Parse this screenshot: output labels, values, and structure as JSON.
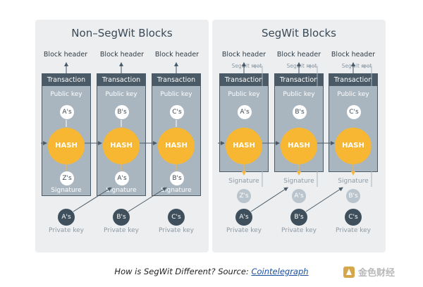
{
  "left_panel": {
    "title": "Non–SegWit Blocks",
    "columns": [
      {
        "block_header": "Block header",
        "tx_head": "Transaction",
        "public_key": "Public key",
        "pub_circle": "A's",
        "hash": "HASH",
        "sig_circle": "Z's",
        "signature": "Signature",
        "priv_circle": "A's",
        "private_key": "Private key"
      },
      {
        "block_header": "Block header",
        "tx_head": "Transaction",
        "public_key": "Public key",
        "pub_circle": "B's",
        "hash": "HASH",
        "sig_circle": "A's",
        "signature": "Signature",
        "priv_circle": "B's",
        "private_key": "Private key"
      },
      {
        "block_header": "Block header",
        "tx_head": "Transaction",
        "public_key": "Public key",
        "pub_circle": "C's",
        "hash": "HASH",
        "sig_circle": "B's",
        "signature": "Signature",
        "priv_circle": "C's",
        "private_key": "Private key"
      }
    ]
  },
  "right_panel": {
    "title": "SegWit Blocks",
    "columns": [
      {
        "block_header": "Block header",
        "segwit_root": "Segwit root",
        "tx_head": "Transaction",
        "public_key": "Public key",
        "pub_circle": "A's",
        "hash": "HASH",
        "signature": "Signature",
        "sig_circle": "Z's",
        "priv_circle": "A's",
        "private_key": "Private key"
      },
      {
        "block_header": "Block header",
        "segwit_root": "Segwit root",
        "tx_head": "Transaction",
        "public_key": "Public key",
        "pub_circle": "B's",
        "hash": "HASH",
        "signature": "Signature",
        "sig_circle": "A's",
        "priv_circle": "B's",
        "private_key": "Private key"
      },
      {
        "block_header": "Block header",
        "segwit_root": "Segwit root",
        "tx_head": "Transaction",
        "public_key": "Public key",
        "pub_circle": "C's",
        "hash": "HASH",
        "signature": "Signature",
        "sig_circle": "B's",
        "priv_circle": "C's",
        "private_key": "Private key"
      }
    ]
  },
  "caption": {
    "text": "How is SegWit Different? Source: ",
    "link": "Cointelegraph"
  },
  "watermark": {
    "text": "金色财经"
  },
  "colors": {
    "hash": "#f7b733",
    "tx_head": "#4a5b67",
    "tx_body": "#a9b6c0",
    "panel": "#eceef0"
  }
}
